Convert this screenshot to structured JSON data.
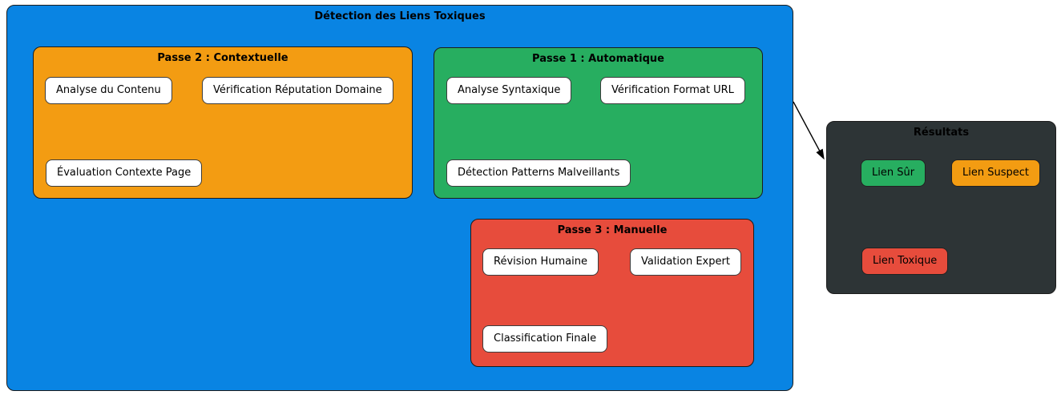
{
  "diagram": {
    "title": "Détection des Liens Toxiques",
    "container_color": "#0984e3",
    "node_bg": "#ffffff",
    "clusters": {
      "pass2": {
        "title": "Passe 2 : Contextuelle",
        "color": "#f39c12",
        "nodes": [
          "Analyse du Contenu",
          "Vérification Réputation Domaine",
          "Évaluation Contexte Page"
        ]
      },
      "pass1": {
        "title": "Passe 1 : Automatique",
        "color": "#27ae60",
        "nodes": [
          "Analyse Syntaxique",
          "Vérification Format URL",
          "Détection Patterns Malveillants"
        ]
      },
      "pass3": {
        "title": "Passe 3 : Manuelle",
        "color": "#e74c3c",
        "nodes": [
          "Révision Humaine",
          "Validation Expert",
          "Classification Finale"
        ]
      }
    },
    "results": {
      "title": "Résultats",
      "color": "#2d3436",
      "nodes": [
        {
          "label": "Lien Sûr",
          "color": "#27ae60"
        },
        {
          "label": "Lien Suspect",
          "color": "#f39c12"
        },
        {
          "label": "Lien Toxique",
          "color": "#e74c3c"
        }
      ]
    },
    "arrow": {
      "from": "Détection des Liens Toxiques",
      "to": "Résultats"
    }
  }
}
